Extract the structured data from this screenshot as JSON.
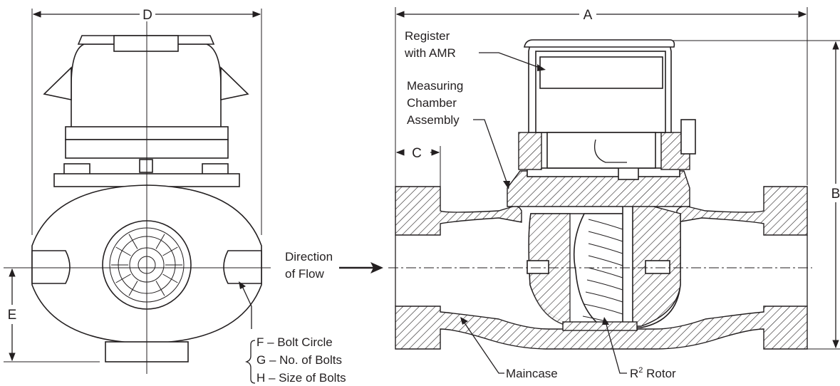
{
  "dimensions": {
    "a": "A",
    "b": "B",
    "c": "C",
    "d": "D",
    "e": "E"
  },
  "labels": {
    "register_line1": "Register",
    "register_line2": "with AMR",
    "chamber_line1": "Measuring",
    "chamber_line2": "Chamber",
    "chamber_line3": "Assembly",
    "flow_line1": "Direction",
    "flow_line2": "of Flow",
    "bolt_f": "F – Bolt Circle",
    "bolt_g": "G – No. of Bolts",
    "bolt_h": "H – Size of Bolts",
    "maincase": "Maincase",
    "rotor": "R",
    "rotor_sup": "2",
    "rotor_suffix": " Rotor"
  }
}
